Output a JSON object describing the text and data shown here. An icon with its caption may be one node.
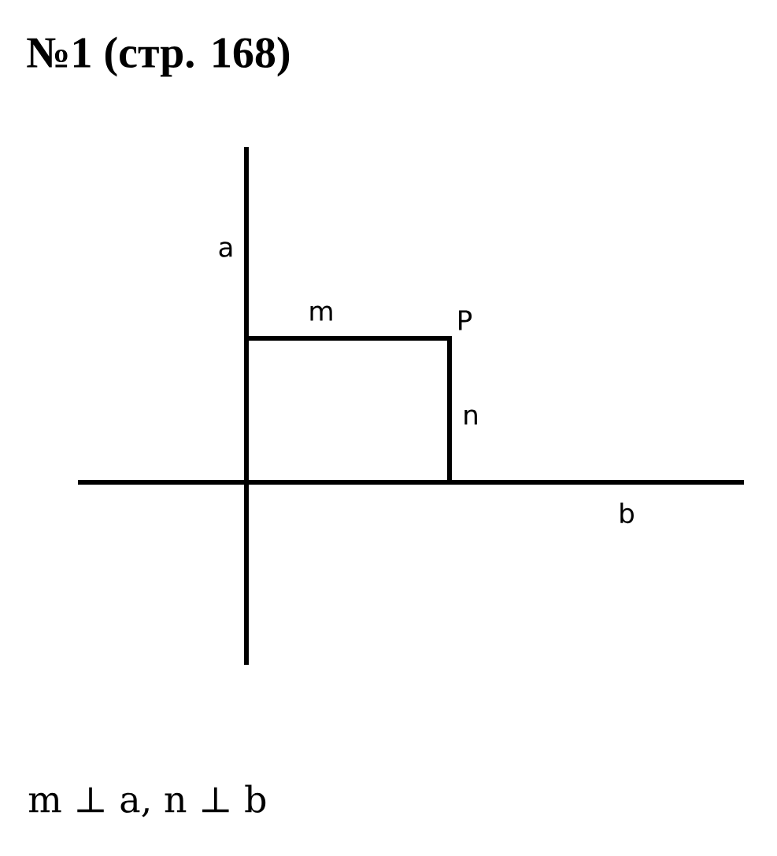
{
  "diagram": {
    "title": "№1 (стр. 168)",
    "labels": [
      "a",
      "m",
      "P",
      "n",
      "b"
    ],
    "caption": "m ⊥ a, n ⊥ b"
  }
}
